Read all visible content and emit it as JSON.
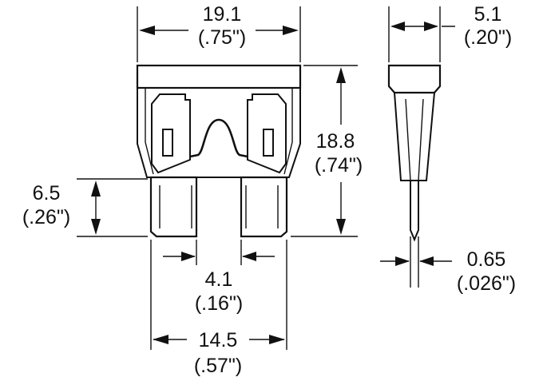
{
  "dimensions": {
    "width_top": {
      "mm": "19.1",
      "in": "(.75\")"
    },
    "thickness_top": {
      "mm": "5.1",
      "in": "(.20\")"
    },
    "height_body": {
      "mm": "18.8",
      "in": "(.74\")"
    },
    "blade_length": {
      "mm": "6.5",
      "in": "(.26\")"
    },
    "blade_width": {
      "mm": "4.1",
      "in": "(.16\")"
    },
    "blade_span": {
      "mm": "14.5",
      "in": "(.57\")"
    },
    "blade_thickness": {
      "mm": "0.65",
      "in": "(.026\")"
    }
  }
}
